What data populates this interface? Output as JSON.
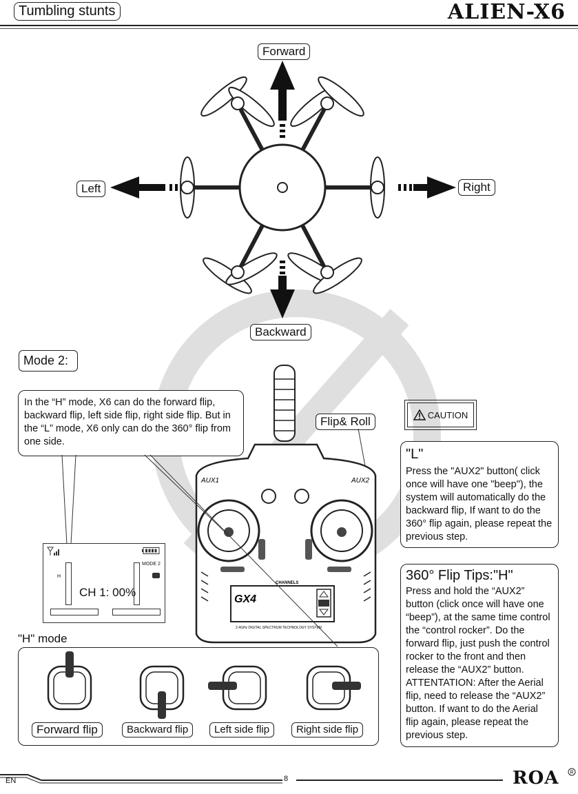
{
  "header": {
    "section_title": "Tumbling stunts",
    "brand_logo": "ALIEN-X6"
  },
  "diagram": {
    "forward": "Forward",
    "backward": "Backward",
    "left": "Left",
    "right": "Right"
  },
  "mode_label": "Mode 2:",
  "modes_note": "In the “H” mode, X6 can do the forward flip, backward flip, left side flip, right side flip. But in the “L” mode, X6 only can do the 360° flip from one side.",
  "flip_roll_label": "Flip& Roll",
  "caution_label": "CAUTION",
  "l_box": {
    "title": "\"L\"",
    "text": "Press the \"AUX2\" button( click once will have one \"beep\"), the system will automatically do the backward flip, If want to do the 360° flip again, please repeat the previous step."
  },
  "h_box": {
    "title": "360° Flip Tips:\"H\"",
    "text": "Press and hold the “AUX2” button (click once will have one “beep”), at the same time control the “control rocker”. Do the forward flip, just push the control rocker to the front and then release the “AUX2” button. ATTENTATION: After the Aerial flip, need to release the “AUX2” button. If want to do the Aerial flip again, please repeat the previous step."
  },
  "lcd": {
    "mode": "MODE 2",
    "channel_readout": "CH 1: 00%",
    "h_marker": "H"
  },
  "transmitter": {
    "aux1": "AUX1",
    "aux2": "AUX2",
    "logo": "GX4",
    "channels": "CHANNELS",
    "spec": "2.4GHz DIGITAL SPECTRUM TECHNOLOGY SYSTEM"
  },
  "h_mode_label": "\"H\" mode",
  "flips": {
    "forward": "Forward flip",
    "backward": "Backward flip",
    "left": "Left side flip",
    "right": "Right side flip"
  },
  "footer": {
    "lang": "EN",
    "page_number": "8",
    "brand_logo": "ROA"
  },
  "colors": {
    "ink": "#111111",
    "paper": "#ffffff",
    "grey": "#777777"
  }
}
